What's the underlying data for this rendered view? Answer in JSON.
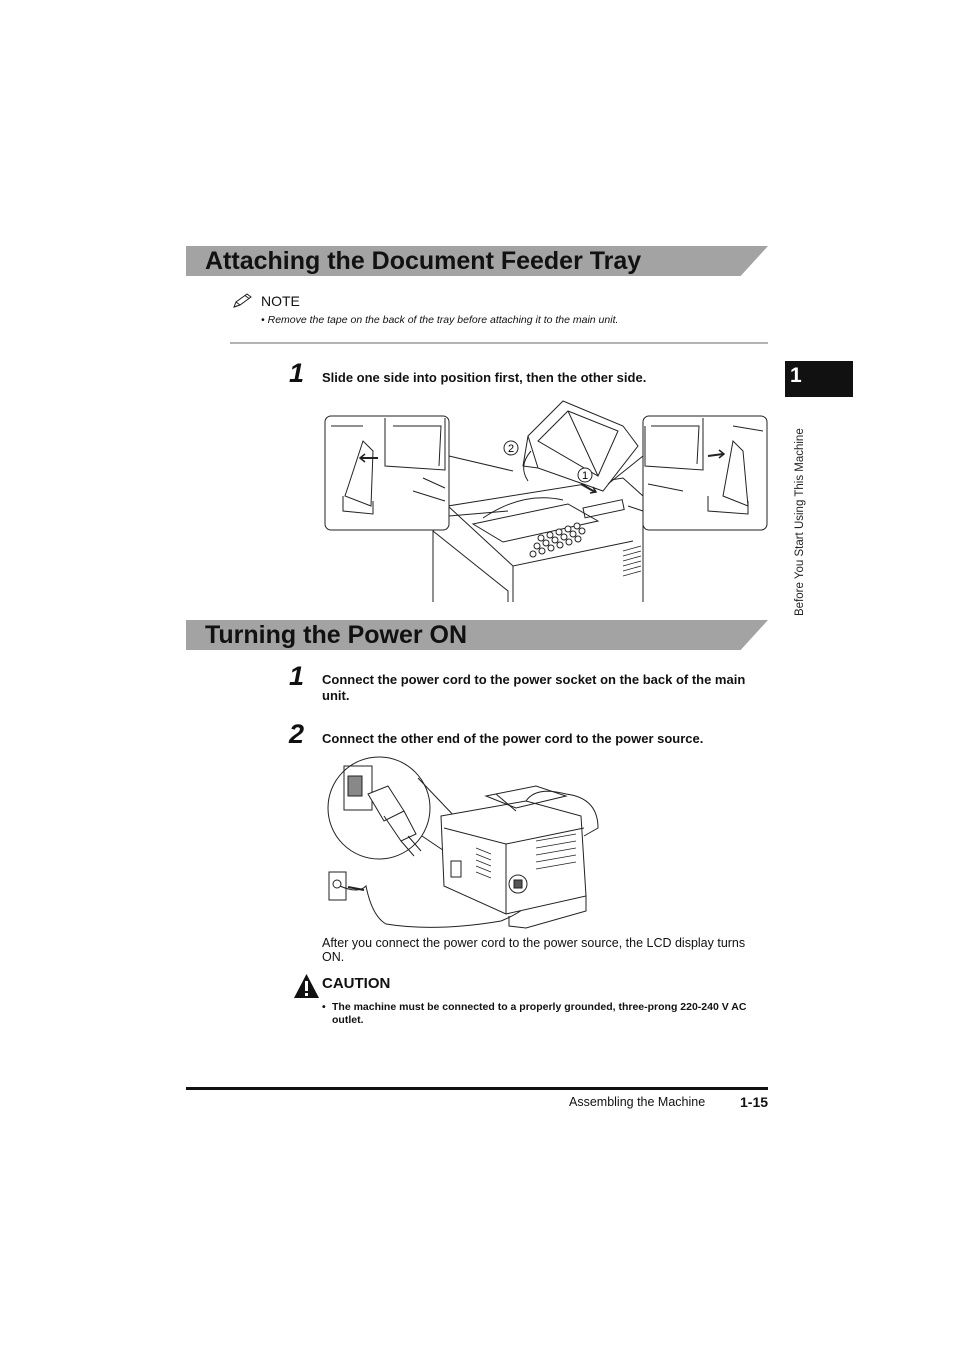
{
  "sections": [
    {
      "title": "Attaching the Document Feeder Tray"
    },
    {
      "title": "Turning the Power ON"
    }
  ],
  "note": {
    "icon": "pencil-icon",
    "label": "NOTE",
    "bullet": "•",
    "text": "Remove the tape on the back of the tray before attaching it to the main unit."
  },
  "feeder_steps": [
    {
      "number": "1",
      "text": "Slide one side into position first, then the other side."
    }
  ],
  "feeder_callouts": [
    "1",
    "2"
  ],
  "power_steps": [
    {
      "number": "1",
      "text": "Connect the power cord to the power socket on the back of the main unit."
    },
    {
      "number": "2",
      "text": "Connect the other end of the power cord to the power source."
    }
  ],
  "after_text": "After you connect the power cord to the power source, the LCD display turns ON.",
  "caution": {
    "icon": "warning-triangle-icon",
    "label": "CAUTION",
    "bullet": "•",
    "text": "The machine must be connected to a properly grounded, three-prong 220-240 V AC outlet."
  },
  "side_tab": {
    "number": "1",
    "chapter": "Before You Start Using This Machine"
  },
  "footer": {
    "section": "Assembling the Machine",
    "page": "1-15"
  }
}
